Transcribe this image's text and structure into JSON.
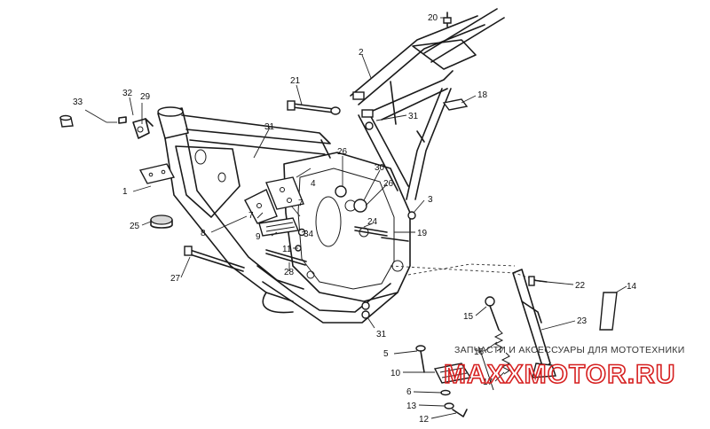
{
  "watermark": {
    "top_text": "ЗАПЧАСТИ И АКСЕССУАРЫ ДЛЯ МОТОТЕХНИКИ",
    "brand_text": "MAXXMOTOR.RU",
    "brand_color": "#d62020"
  },
  "callouts": {
    "c1": "1",
    "c2": "2",
    "c3": "3",
    "c4": "4",
    "c5": "5",
    "c6": "6",
    "c7a": "7",
    "c7b": "7",
    "c8": "8",
    "c9": "9",
    "c10": "10",
    "c11": "11",
    "c12": "12",
    "c13": "13",
    "c14": "14",
    "c15": "15",
    "c16": "16",
    "c17": "17",
    "c18": "18",
    "c19": "19",
    "c20": "20",
    "c21": "21",
    "c22": "22",
    "c23": "23",
    "c24": "24",
    "c25": "25",
    "c26a": "26",
    "c26b": "26",
    "c27": "27",
    "c28": "28",
    "c29": "29",
    "c30": "30",
    "c31a": "31",
    "c31b": "31",
    "c31c": "31",
    "c32": "32",
    "c33": "33",
    "c34": "34"
  }
}
